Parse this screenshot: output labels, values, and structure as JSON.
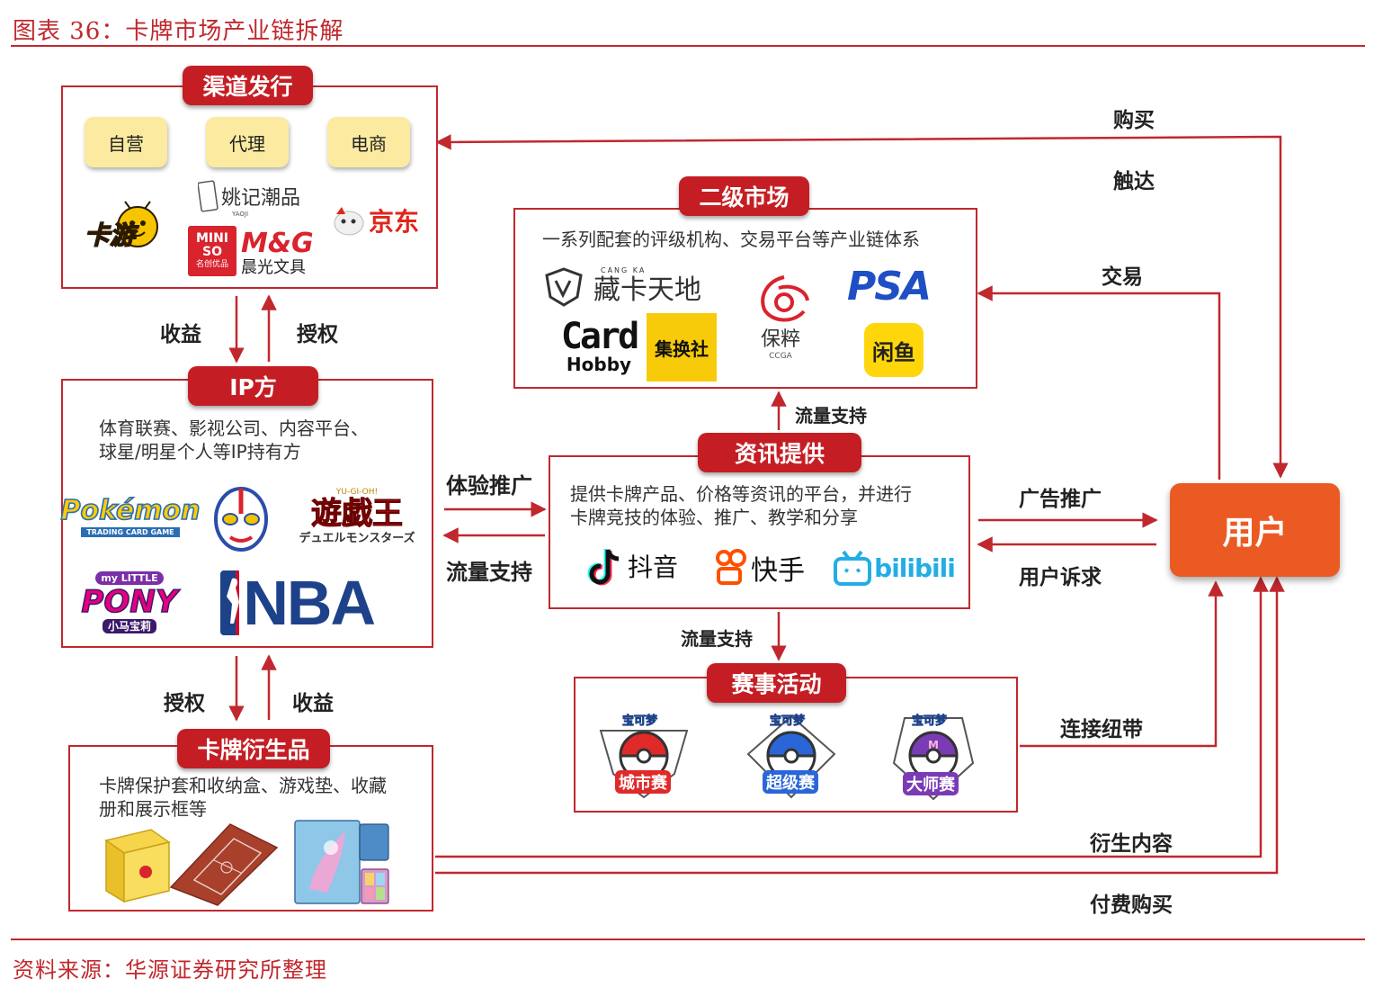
{
  "header": {
    "title": "图表 36：卡牌市场产业链拆解"
  },
  "footer": {
    "source": "资料来源：华源证券研究所整理"
  },
  "channel": {
    "title": "渠道发行",
    "types": [
      "自营",
      "代理",
      "电商"
    ],
    "logos": {
      "kayou": "卡游",
      "yaoji": "姚记潮品",
      "yaoji_sub": "YAOJI",
      "jd": "京东",
      "miniso": "MINI SO",
      "miniso_sub": "名创优品",
      "mg": "M&G",
      "mg_sub": "晨光文具"
    }
  },
  "ip": {
    "title": "IP方",
    "desc_line1": "体育联赛、影视公司、内容平台、",
    "desc_line2": "球星/明星个人等IP持有方",
    "logos": {
      "pokemon": "Pokémon",
      "pokemon_sub": "TRADING CARD GAME",
      "yugioh": "遊戯王",
      "yugioh_top": "YU-GI-OH!",
      "yugioh_sub": "デュエルモンスターズ",
      "pony_top": "my LITTLE",
      "pony": "PONY",
      "pony_sub": "小马宝莉",
      "nba": "NBA"
    }
  },
  "derivative": {
    "title": "卡牌衍生品",
    "desc_line1": "卡牌保护套和收纳盒、游戏垫、收藏",
    "desc_line2": "册和展示框等"
  },
  "secondary": {
    "title": "二级市场",
    "desc": "一系列配套的评级机构、交易平台等产业链体系",
    "logos": {
      "cangka_top": "CANG KA",
      "cangka": "藏卡天地",
      "psa": "PSA",
      "card": "Card",
      "hobby": "Hobby",
      "jihuanshe": "集换社",
      "baocui": "保粹",
      "ccga": "CCGA",
      "xianyu": "闲鱼"
    }
  },
  "info": {
    "title": "资讯提供",
    "desc_line1": "提供卡牌产品、价格等资讯的平台，并进行",
    "desc_line2": "卡牌竞技的体验、推广、教学和分享",
    "logos": {
      "douyin": "抖音",
      "kuaishou": "快手",
      "bilibili": "bilibili"
    }
  },
  "events": {
    "title": "赛事活动",
    "badges": [
      {
        "top": "宝可梦",
        "name": "城市赛"
      },
      {
        "top": "宝可梦",
        "name": "超级赛"
      },
      {
        "top": "宝可梦",
        "name": "大师赛"
      }
    ]
  },
  "user": {
    "label": "用户"
  },
  "edges": {
    "buy": "购买",
    "reach": "触达",
    "trade": "交易",
    "revenue1": "收益",
    "license1": "授权",
    "license2": "授权",
    "revenue2": "收益",
    "experience": "体验推广",
    "traffic_left": "流量支持",
    "traffic_up": "流量支持",
    "traffic_down": "流量支持",
    "ad": "广告推广",
    "demand": "用户诉求",
    "ribbon": "连接纽带",
    "derived": "衍生内容",
    "paid": "付费购买"
  },
  "colors": {
    "brand_red": "#c0282e",
    "pill_red": "#c41e24",
    "user_orange": "#ec5a24",
    "chip_yellow": "#fbeaa0"
  }
}
